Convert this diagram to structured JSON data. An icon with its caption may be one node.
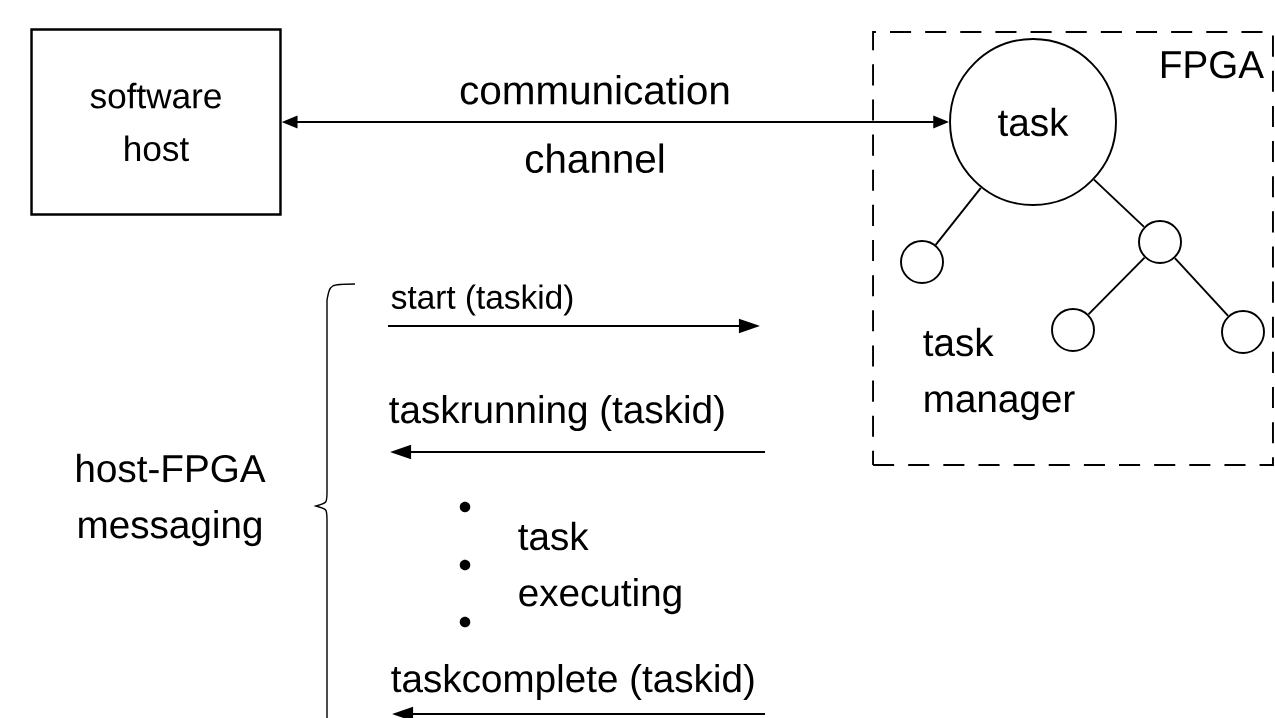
{
  "diagram": {
    "nodes": [
      {
        "text": [
          "software host"
        ]
      },
      {
        "text": [
          "FPGA"
        ]
      },
      {
        "text": [
          "task"
        ],
        "in": 1
      },
      {
        "text": [],
        "shape": "circle",
        "in": 1
      },
      {
        "text": [],
        "shape": "circle",
        "in": 1
      },
      {
        "text": [],
        "shape": "circle",
        "in": 1
      },
      {
        "text": [],
        "shape": "circle",
        "in": 1
      }
    ],
    "edges": [
      {
        "from": 0,
        "to": 2,
        "arrow": "both",
        "label": "communication channel"
      },
      {
        "from": 2,
        "to": 3,
        "arrow": "none"
      },
      {
        "from": 2,
        "to": 4,
        "arrow": "none"
      },
      {
        "from": 4,
        "to": 5,
        "arrow": "none"
      },
      {
        "from": 4,
        "to": 6,
        "arrow": "none"
      }
    ],
    "labels": [
      "start (taskid)",
      "task manager",
      "taskrunning (taskid)",
      "host-FPGA messaging",
      "task executing",
      "taskcomplete (taskid)"
    ]
  }
}
